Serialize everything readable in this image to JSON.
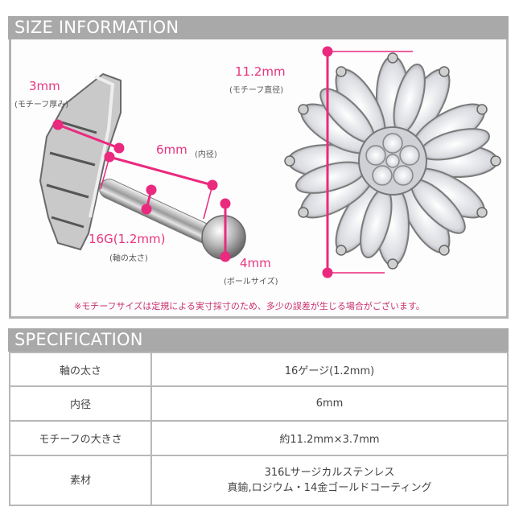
{
  "size_section": {
    "title": "SIZE INFORMATION",
    "dimensions": {
      "thickness": {
        "value": "3mm",
        "caption": "(モチーフ厚み)"
      },
      "inner_diameter": {
        "value": "6mm",
        "caption": "(内径)"
      },
      "gauge": {
        "value": "16G(1.2mm)",
        "caption": "(軸の太さ)"
      },
      "ball": {
        "value": "4mm",
        "caption": "(ボールサイズ)"
      },
      "motif_diameter": {
        "value": "11.2mm",
        "caption": "(モチーフ直径)"
      }
    },
    "note": "※モチーフサイズは定規による実寸採寸のため、多少の誤差が生じる場合がございます。"
  },
  "spec_section": {
    "title": "SPECIFICATION",
    "rows": [
      {
        "label": "軸の太さ",
        "value": "16ゲージ(1.2mm)"
      },
      {
        "label": "内径",
        "value": "6mm"
      },
      {
        "label": "モチーフの大きさ",
        "value": "約11.2mm×3.7mm"
      },
      {
        "label": "素材",
        "value_line1": "316Lサージカルステンレス",
        "value_line2": "真鍮,ロジウム・14金ゴールドコーティング"
      }
    ]
  },
  "colors": {
    "accent_pink": "#ea2a7e",
    "header_gray": "#a9a9a9",
    "border_gray": "#b8b8b8"
  }
}
